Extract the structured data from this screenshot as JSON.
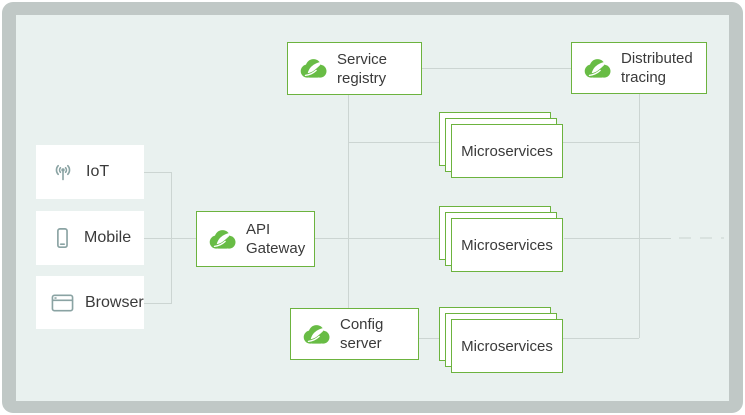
{
  "palette": {
    "frame": "#c0c8c6",
    "canvas": "#e9f1ef",
    "line": "#ccd5d2",
    "line-faint": "#d9e2df",
    "box-border": "#6cb33e",
    "spring-green": "#68bc45",
    "icon": "#8aa3a3",
    "text": "#3a3a3a"
  },
  "clients": {
    "iot": {
      "label": "IoT",
      "icon": "iot-antenna-icon"
    },
    "mobile": {
      "label": "Mobile",
      "icon": "mobile-phone-icon"
    },
    "browser": {
      "label": "Browser",
      "icon": "browser-window-icon"
    }
  },
  "services": {
    "service_registry": {
      "label": "Service\nregistry",
      "icon": "spring-logo-icon"
    },
    "distributed_tracing": {
      "label": "Distributed\ntracing",
      "icon": "spring-logo-icon"
    },
    "api_gateway": {
      "label": "API\nGateway",
      "icon": "spring-logo-icon"
    },
    "config_server": {
      "label": "Config\nserver",
      "icon": "spring-logo-icon"
    }
  },
  "microservices": {
    "label": "Microservices",
    "stacks": 3,
    "cards_per_stack": 3
  },
  "connections": [
    {
      "from": "iot",
      "to": "api-gateway"
    },
    {
      "from": "mobile",
      "to": "api-gateway"
    },
    {
      "from": "browser",
      "to": "api-gateway"
    },
    {
      "from": "service-registry",
      "to": "distributed-tracing"
    },
    {
      "from": "service-registry",
      "to": "microservices-stack-1"
    },
    {
      "from": "service-registry",
      "to": "config-server"
    },
    {
      "from": "api-gateway",
      "to": "microservices-stack-2"
    },
    {
      "from": "config-server",
      "to": "microservices-stack-3"
    },
    {
      "from": "distributed-tracing",
      "to": "microservices-stack-1"
    },
    {
      "from": "distributed-tracing",
      "to": "microservices-stack-2"
    },
    {
      "from": "distributed-tracing",
      "to": "microservices-stack-3"
    },
    {
      "from": "microservices-stack-2",
      "to": "dashed-continuation-right"
    }
  ]
}
